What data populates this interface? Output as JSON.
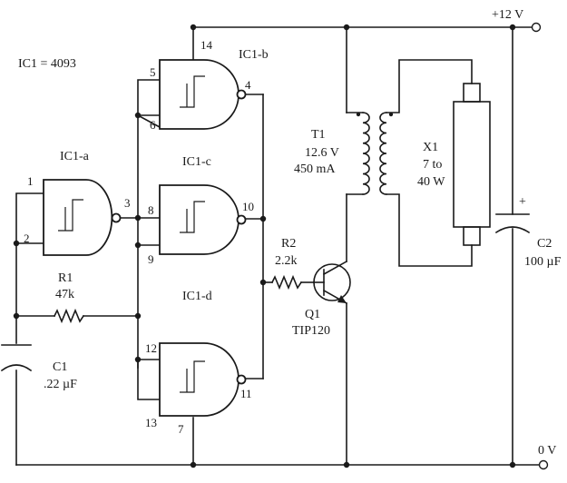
{
  "ic_note": "IC1 = 4093",
  "supply": {
    "positive": "+12 V",
    "ground": "0 V"
  },
  "gates": {
    "a": {
      "name": "IC1-a",
      "pins": [
        "1",
        "2",
        "3"
      ]
    },
    "b": {
      "name": "IC1-b",
      "pins": [
        "5",
        "6",
        "4",
        "14"
      ]
    },
    "c": {
      "name": "IC1-c",
      "pins": [
        "8",
        "9",
        "10"
      ]
    },
    "d": {
      "name": "IC1-d",
      "pins": [
        "12",
        "13",
        "11",
        "7"
      ]
    }
  },
  "components": {
    "r1": {
      "name": "R1",
      "value": "47k"
    },
    "c1": {
      "name": "C1",
      "value": ".22 µF"
    },
    "r2": {
      "name": "R2",
      "value": "2.2k"
    },
    "q1": {
      "name": "Q1",
      "value": "TIP120"
    },
    "t1": {
      "name": "T1",
      "voltage": "12.6 V",
      "current": "450 mA"
    },
    "x1": {
      "name": "X1",
      "line1": "7 to",
      "line2": "40 W"
    },
    "c2": {
      "name": "C2",
      "value": "100 µF",
      "polarity": "+"
    }
  }
}
